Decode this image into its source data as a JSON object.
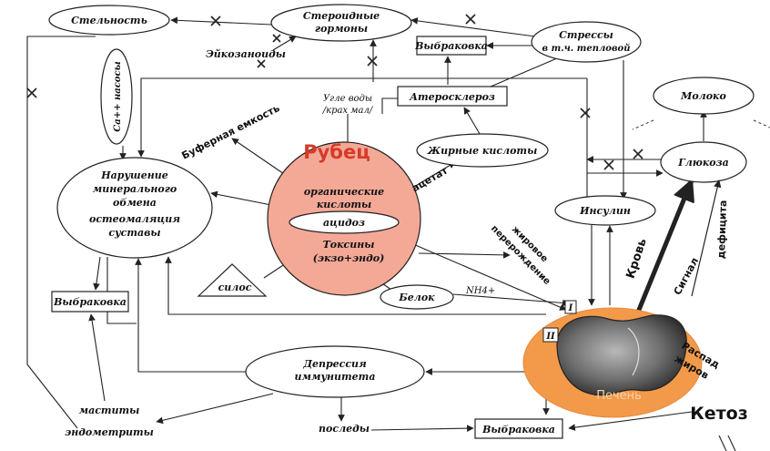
{
  "nodes": {
    "steroid_hormones": [
      "Стероидные",
      "гормоны"
    ],
    "fertility": "Стельность",
    "eicosanoids": "Эйкозаноиды",
    "culling_top": "Выбраковка",
    "stress": [
      "Стрессы",
      "в т.ч. тепловой"
    ],
    "atherosclerosis": "Атеросклероз",
    "ca_pumps": "Са++ насосы",
    "carbohydrates": [
      "Угле воды",
      "/крах мал/"
    ],
    "buffer_capacity": "Буферная емкость",
    "rumen": "Рубец",
    "organic_acids": [
      "органические",
      "кислоты"
    ],
    "acidosis": "ацидоз",
    "toxins": [
      "Токсины",
      "(экзо+эндо)"
    ],
    "fatty_acids": "Жирные кислоты",
    "acetate": "ацетат",
    "milk": "Молоко",
    "glucose": "Глюкоза",
    "insulin": "Инсулин",
    "deficit": "дефицита",
    "signal": "Сигнал",
    "blood": "Кровь",
    "mineral_disorder": [
      "Нарушение",
      "минерального",
      "обмена",
      "остеомаляция",
      "суставы"
    ],
    "silage": "силос",
    "protein": "Белок",
    "nh4": "NH4+",
    "fatty_degeneration": [
      "жировое",
      "перерождение"
    ],
    "culling_left": "Выбраковка",
    "liver": "Печень",
    "liver_marker_1": "I",
    "liver_marker_2": "II",
    "fat_breakdown": [
      "Распад",
      "жиров"
    ],
    "ketosis": "Кетоз",
    "immunity_depression": [
      "Депрессия",
      "иммунитета"
    ],
    "mastitis": "маститы",
    "endometritis": "эндометриты",
    "afterbirth": "последы",
    "culling_bottom": "Выбраковка"
  },
  "colors": {
    "rumen_fill": "#f4a996",
    "rumen_title": "#d63a2a",
    "liver_fill": "#f39a4a",
    "liver_label": "#f7d2a8",
    "line": "#222222"
  }
}
